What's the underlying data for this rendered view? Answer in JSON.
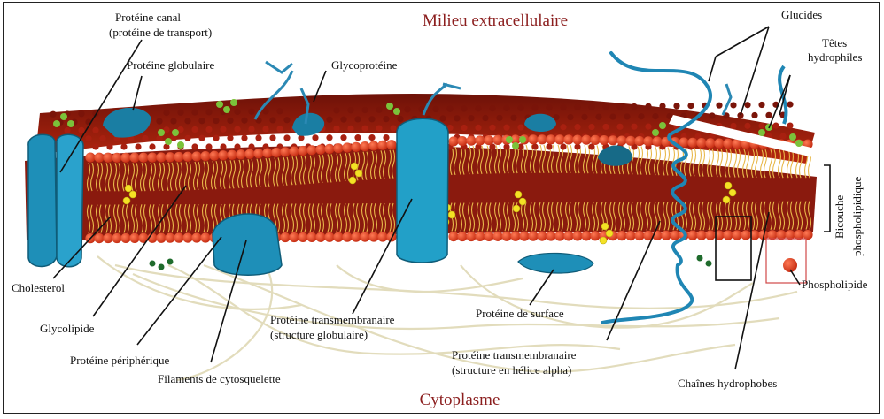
{
  "title_top": "Milieu extracellulaire",
  "title_bottom": "Cytoplasme",
  "labels": {
    "proteine_canal_1": "Protéine canal",
    "proteine_canal_2": "(protéine de transport)",
    "proteine_globulaire": "Protéine globulaire",
    "glycoproteine": "Glycoprotéine",
    "glucides": "Glucides",
    "tetes_1": "Têtes",
    "tetes_2": "hydrophiles",
    "bicouche_1": "Bicouche",
    "bicouche_2": "phospholipidique",
    "phospholipide": "Phospholipide",
    "cholesterol": "Cholesterol",
    "glycolipide": "Glycolipide",
    "proteine_peripherique": "Protéine périphérique",
    "filaments": "Filaments de cytosquelette",
    "transmembranaire_glob_1": "Protéine transmembranaire",
    "transmembranaire_glob_2": "(structure globulaire)",
    "proteine_surface": "Protéine de surface",
    "transmembranaire_alpha_1": "Protéine transmembranaire",
    "transmembranaire_alpha_2": "(structure en hélice alpha)",
    "chaines": "Chaînes hydrophobes"
  },
  "colors": {
    "head": "#d8371b",
    "head_dark": "#8e1a0c",
    "tail": "#e8b84a",
    "protein": "#1e8fb8",
    "protein_dark": "#176a87",
    "sugar_green": "#7bc23a",
    "cholesterol": "#f3e22a",
    "filament": "#e7e2c4"
  }
}
